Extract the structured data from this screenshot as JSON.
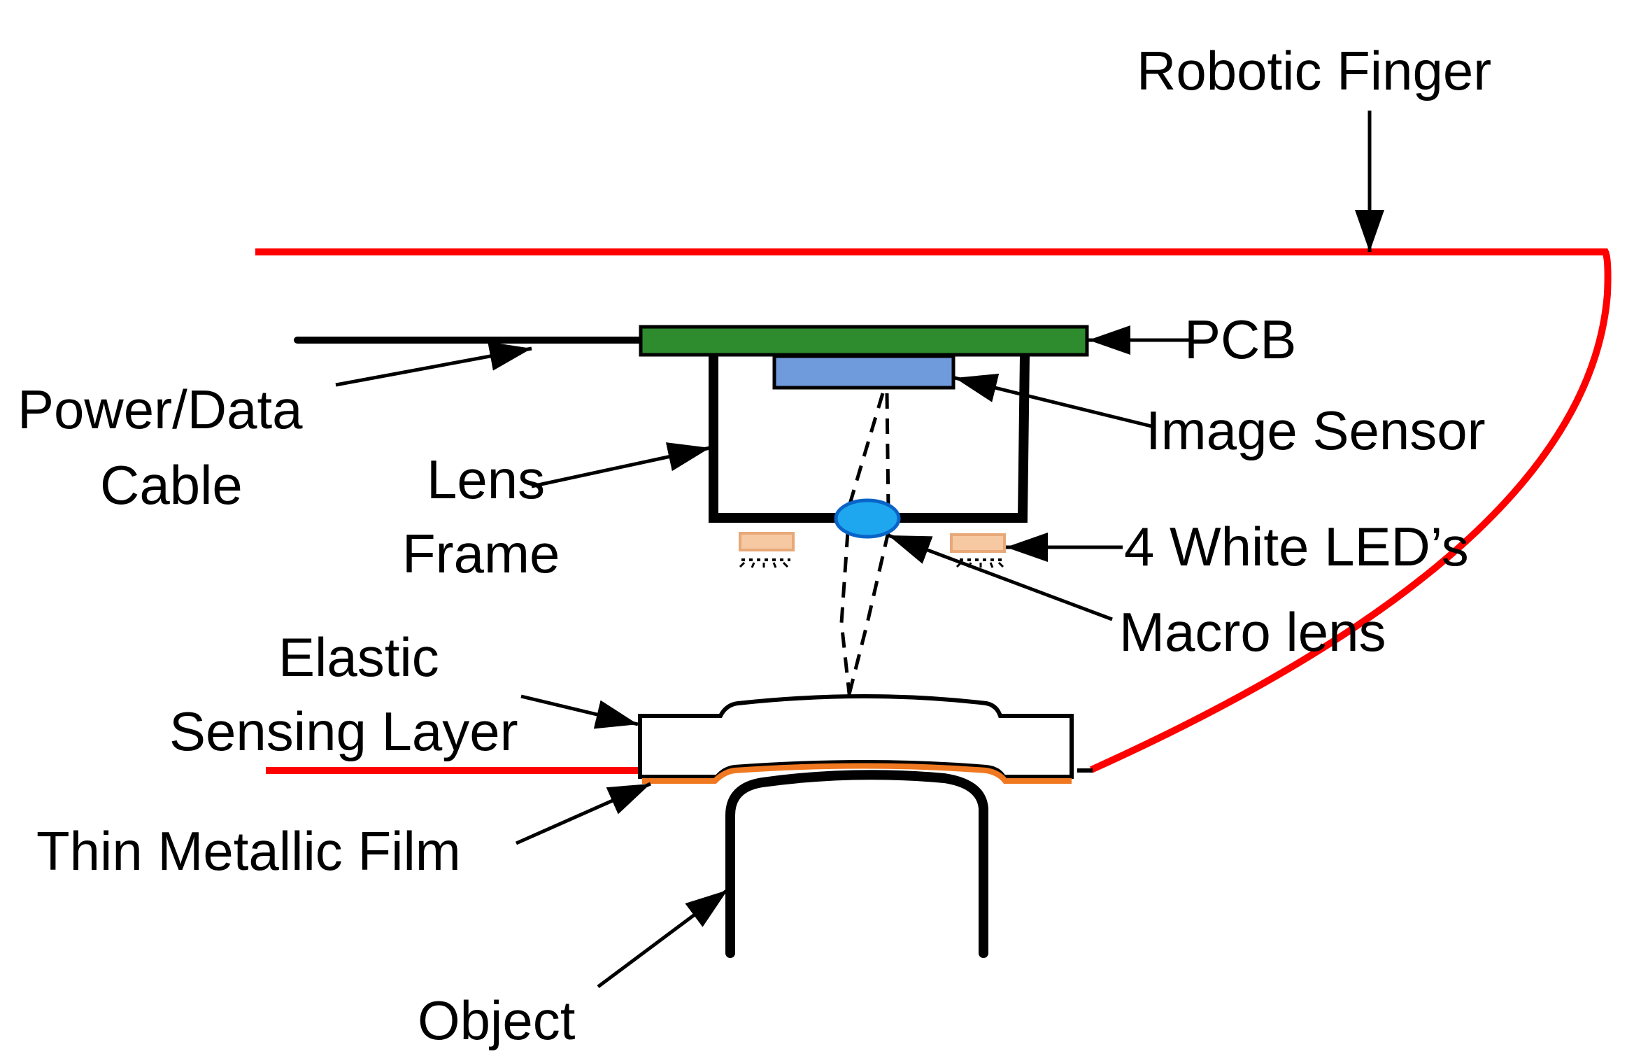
{
  "labels": {
    "robotic_finger": "Robotic Finger",
    "pcb": "PCB",
    "power_data_cable_line1": "Power/Data",
    "power_data_cable_line2": "Cable",
    "image_sensor": "Image Sensor",
    "lens_frame_line1": "Lens",
    "lens_frame_line2": "Frame",
    "white_leds": "4 White LED’s",
    "macro_lens": "Macro lens",
    "elastic_line1": "Elastic",
    "elastic_line2": "Sensing Layer",
    "thin_metallic_film": "Thin Metallic Film",
    "object": "Object"
  },
  "colors": {
    "finger_outline": "#ff0000",
    "pcb": "#2e8b2e",
    "image_sensor": "#6f9bdc",
    "macro_lens": "#1ea7ef",
    "leds": "#f7c9a3",
    "metallic_film": "#f07820",
    "lines": "#000000"
  }
}
